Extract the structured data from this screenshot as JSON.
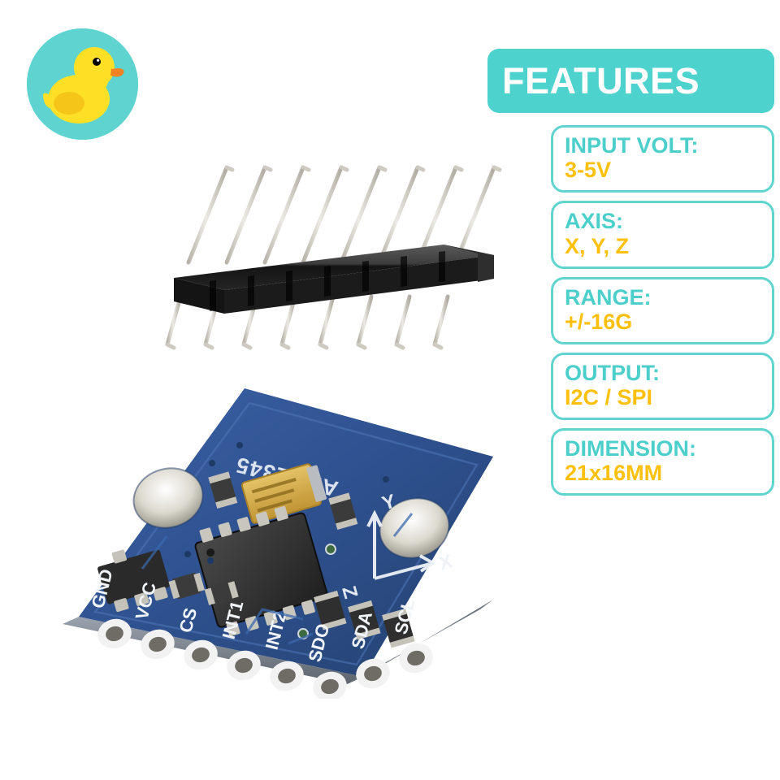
{
  "page": {
    "background_color": "#ffffff",
    "accent_teal": "#4ed2cd",
    "accent_gold": "#fcc00d",
    "pcb_blue": "#2d4f8f"
  },
  "logo": {
    "name": "rubber-duck-logo",
    "circle_color": "#5ed3d0",
    "body_color": "#ffe027",
    "belly_color": "#f5c518",
    "beak_color": "#f58220",
    "eye_color": "#000000"
  },
  "features": {
    "banner_title": "FEATURES",
    "banner_color": "#4ed2cd",
    "banner_text_color": "#ffffff",
    "cards": [
      {
        "label": "INPUT VOLT:",
        "value": "3-5V"
      },
      {
        "label": "AXIS:",
        "value": "X, Y, Z"
      },
      {
        "label": "RANGE:",
        "value": "+/-16G"
      },
      {
        "label": "OUTPUT:",
        "value": "I2C / SPI"
      },
      {
        "label": "DIMENSION:",
        "value": "21x16MM"
      }
    ]
  },
  "product": {
    "pin_header": {
      "name": "8-pin-male-header",
      "pin_count": 8,
      "body_color": "#2b2b2b",
      "pin_color": "#d8d4cc"
    },
    "pcb": {
      "name": "adxl345-breakout-board",
      "silkscreen_part": "ADXL345",
      "axis_labels": [
        "X",
        "Y",
        "Z"
      ],
      "pin_labels": [
        "GND",
        "VCC",
        "CS",
        "INT1",
        "INT2",
        "SDO",
        "SDA",
        "SCL"
      ],
      "board_color": "#2f5291",
      "chip_color": "#3a3a3a",
      "capacitor_color": "#d7a93f",
      "pad_ring_color": "#f2f2f2",
      "mounting_holes": 2
    }
  }
}
